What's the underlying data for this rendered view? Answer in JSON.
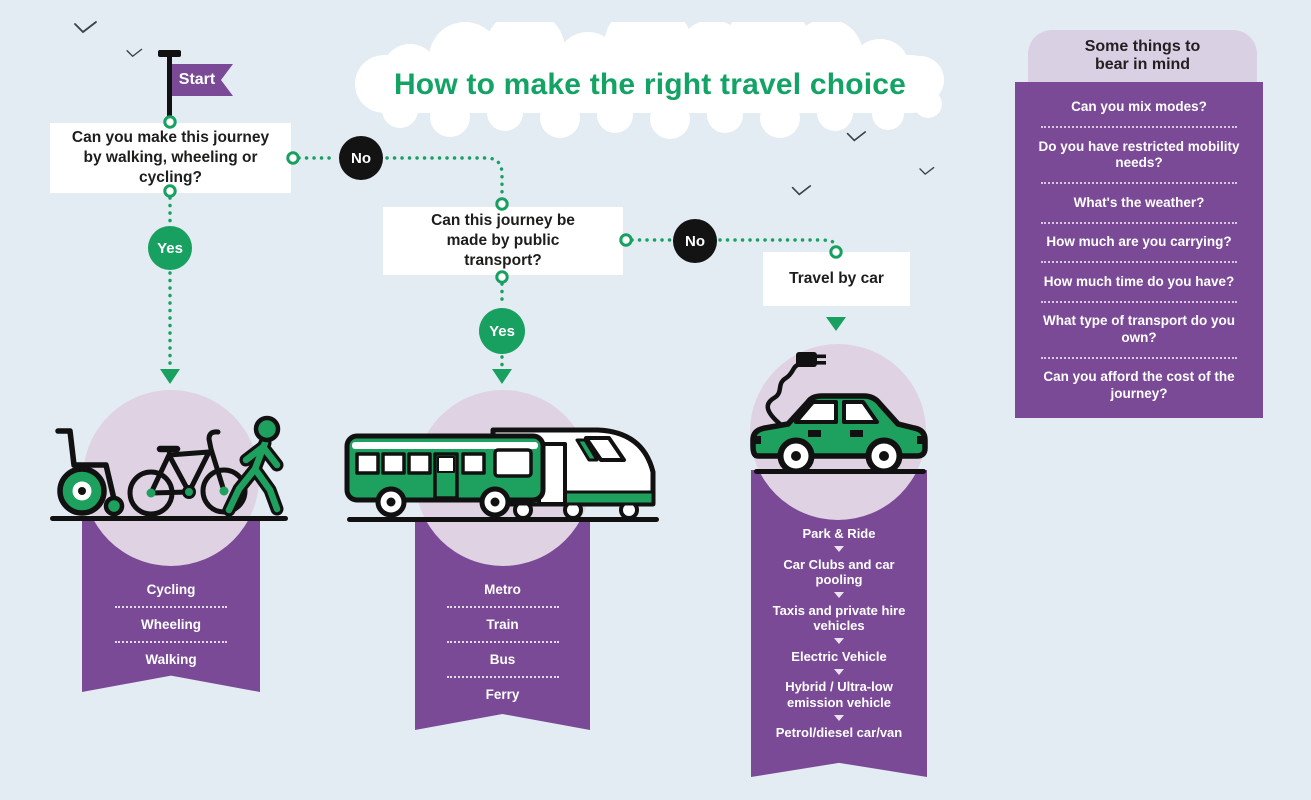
{
  "title": "How to make the right travel choice",
  "start_label": "Start",
  "q1": {
    "text": "Can you make this journey by walking, wheeling or cycling?",
    "yes": "Yes",
    "no": "No"
  },
  "q2": {
    "text": "Can this journey be made by public transport?",
    "yes": "Yes",
    "no": "No"
  },
  "car_box": {
    "label": "Travel by car"
  },
  "active_travel": {
    "options": [
      "Cycling",
      "Wheeling",
      "Walking"
    ]
  },
  "public_transport": {
    "options": [
      "Metro",
      "Train",
      "Bus",
      "Ferry"
    ]
  },
  "car_options": [
    "Park & Ride",
    "Car Clubs and car pooling",
    "Taxis and private hire vehicles",
    "Electric Vehicle",
    "Hybrid / Ultra-low emission vehicle",
    "Petrol/diesel car/van"
  ],
  "sidebar": {
    "title": "Some things to bear in mind",
    "items": [
      "Can you mix modes?",
      "Do you have restricted mobility needs?",
      "What's the weather?",
      "How much are you carrying?",
      "How much time do you have?",
      "What type of transport do you own?",
      "Can you afford the cost of the journey?"
    ]
  },
  "colors": {
    "background": "#e3ebf3",
    "green": "#17a05f",
    "purple": "#7b4a97",
    "lavender": "#ded2e3",
    "panel_header": "#d9d0e4",
    "black": "#131313",
    "title_green": "#12a365"
  }
}
